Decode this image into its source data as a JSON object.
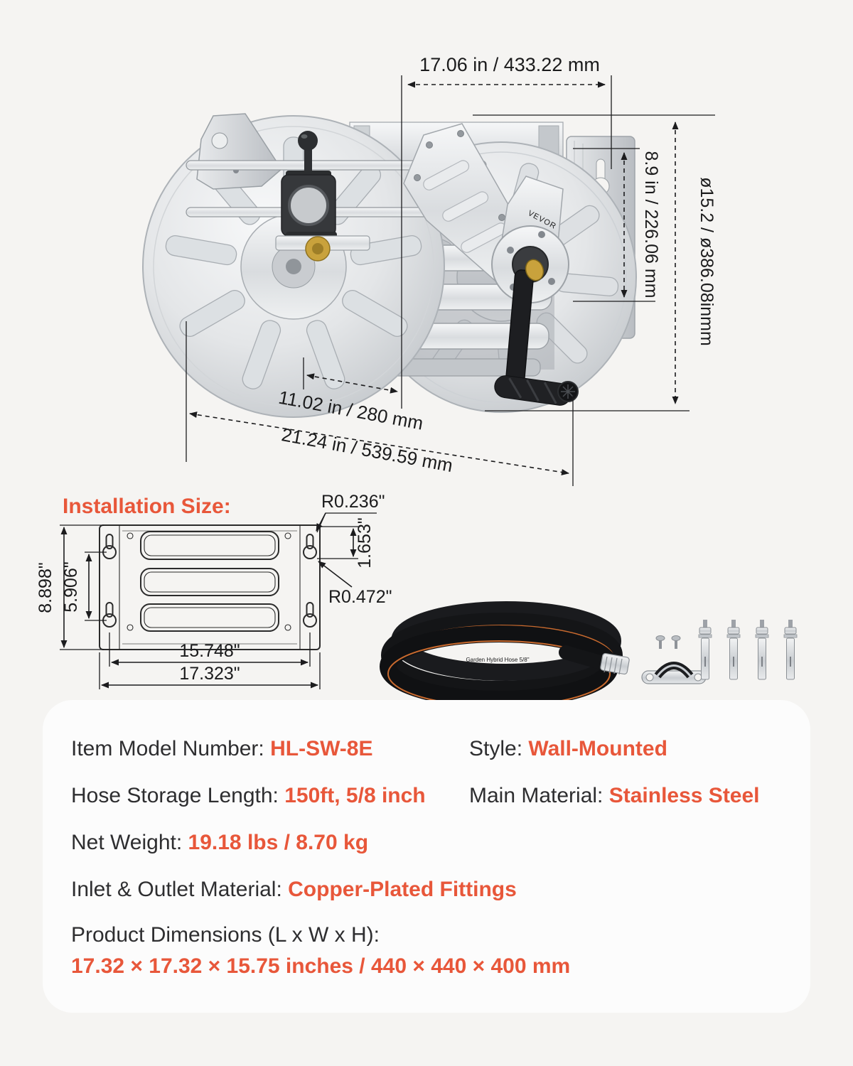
{
  "colors": {
    "accent": "#E8573A",
    "background": "#F5F4F2",
    "panel": "#FCFCFC",
    "ink": "#1C1C1E"
  },
  "product_diagram": {
    "brand": "VEVOR",
    "dim_top_width": "17.06 in / 433.22 mm",
    "dim_bracket_height": "8.9 in / 226.06 mm",
    "dim_reel_diameter": "ø15.2 / ø386.08inmm",
    "dim_drum_width": "11.02 in / 280 mm",
    "dim_overall_width": "21.24 in / 539.59 mm"
  },
  "installation": {
    "title": "Installation Size:",
    "dim_outer_height": "8.898\"",
    "dim_keyhole_spacing_v": "5.906\"",
    "dim_keyhole_spacing_h": "15.748\"",
    "dim_outer_width": "17.323\"",
    "dim_radius_small": "R0.236\"",
    "dim_keyhole_offset": "1.653\"",
    "dim_radius_large": "R0.472\""
  },
  "hose_kit": {
    "hose_print": "Garden Hybrid Hose 5/8\""
  },
  "specs": {
    "rows": [
      {
        "label": "Item Model Number: ",
        "value": "HL-SW-8E"
      },
      {
        "label": "Style: ",
        "value": "Wall-Mounted"
      },
      {
        "label": "Hose Storage Length: ",
        "value": "150ft, 5/8 inch"
      },
      {
        "label": "Main Material: ",
        "value": "Stainless Steel"
      },
      {
        "label": "Net Weight: ",
        "value": "19.18 lbs / 8.70 kg"
      },
      {
        "label": "Inlet & Outlet Material: ",
        "value": "Copper-Plated Fittings"
      },
      {
        "label": "Product Dimensions (L x W x H):",
        "value": "17.32 × 17.32 × 15.75 inches / 440 × 440 × 400 mm"
      }
    ]
  }
}
